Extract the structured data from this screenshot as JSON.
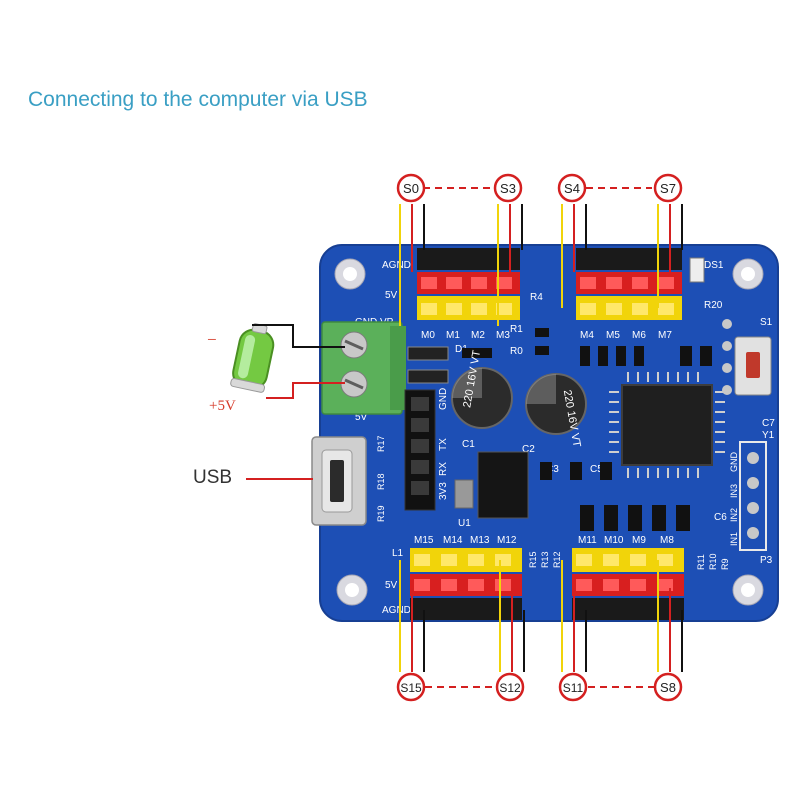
{
  "caption": "Connecting to the computer via USB",
  "usb_label": "USB",
  "battery": {
    "minus": "−",
    "plus": "+5V"
  },
  "servo_labels": {
    "top": [
      "S0",
      "S3",
      "S4",
      "S7"
    ],
    "bottom": [
      "S15",
      "S12",
      "S11",
      "S8"
    ]
  },
  "board": {
    "top_left_motors": [
      "M0",
      "M1",
      "M2",
      "M3"
    ],
    "top_right_motors": [
      "M4",
      "M5",
      "M6",
      "M7"
    ],
    "bottom_left_motors": [
      "M15",
      "M14",
      "M13",
      "M12"
    ],
    "bottom_right_motors": [
      "M11",
      "M10",
      "M9",
      "M8"
    ],
    "row_labels": {
      "gnd": "AGND",
      "v": "5V"
    },
    "capacitor1": "220 16V VT",
    "capacitor2": "220 16V VT",
    "components": {
      "d1": "D1",
      "r0": "R0",
      "r1": "R1",
      "c1": "C1",
      "c2": "C2",
      "c3": "C3",
      "c5": "C5",
      "u1": "U1",
      "l1": "L1",
      "s1": "S1",
      "p3": "P3",
      "ds1": "DS1",
      "r20": "R20",
      "c6": "C6",
      "r4": "R4",
      "y1": "Y1",
      "c7": "C7"
    },
    "header_pins": [
      "GND",
      "TX",
      "RX",
      "3V3"
    ],
    "right_pins": [
      "GND",
      "IN3",
      "IN2",
      "IN1"
    ],
    "terminal_labels": {
      "gnd": "GND",
      "vp": "VP",
      "v": "5V"
    },
    "side_resistors": [
      "R17",
      "R18",
      "R19"
    ],
    "bottom_resistors": [
      "R15",
      "R13",
      "R12"
    ],
    "right_resistors": [
      "R11",
      "R10",
      "R9"
    ]
  },
  "colors": {
    "accent_text": "#3a9fc4",
    "board_blue": "#1d4fb5",
    "callout_red": "#d42020",
    "header_yellow": "#f1d40a",
    "header_red": "#d81f1f",
    "terminal_green": "#5bb05a"
  }
}
